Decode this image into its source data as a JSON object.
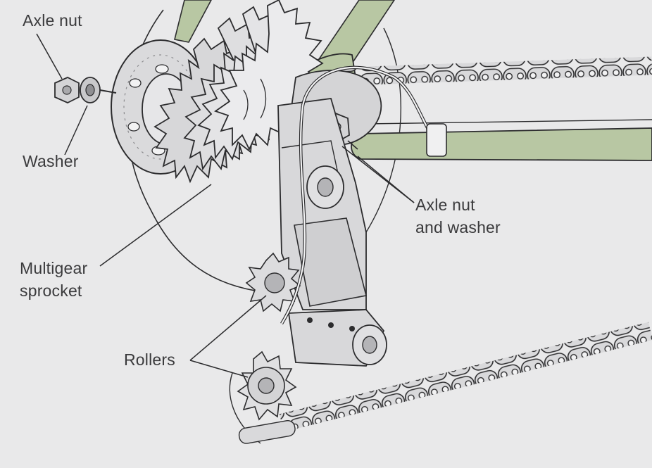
{
  "labels": {
    "axle_nut_left": "Axle nut",
    "washer": "Washer",
    "axle_nut_and_washer": [
      "Axle nut",
      "and washer"
    ],
    "multigear_sprocket": [
      "Multigear",
      "sprocket"
    ],
    "rollers": "Rollers"
  },
  "colors": {
    "background": "#e9e9ea",
    "frame_green": "#b8c7a3",
    "metal": "#d4d4d6",
    "metal_dark": "#9a9a9d",
    "outline": "#2c2c2e",
    "label_text": "#3a3a3c"
  }
}
